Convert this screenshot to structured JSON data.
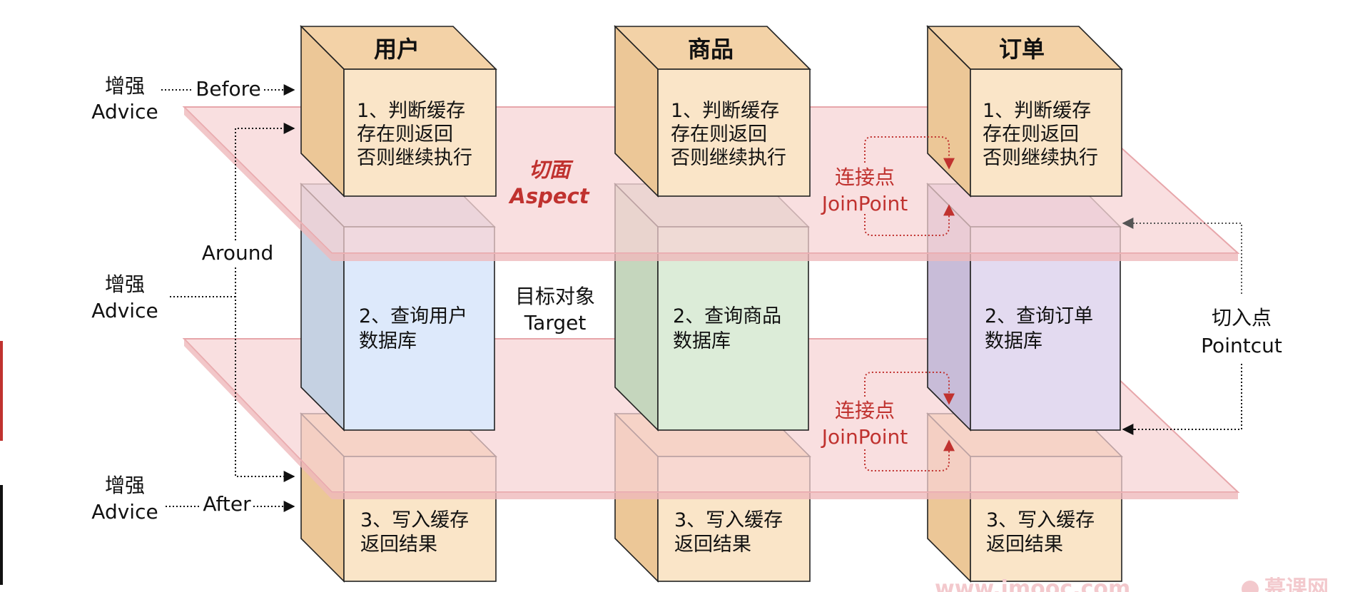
{
  "columns": [
    {
      "title": "用户",
      "step1": [
        "1、判断缓存",
        "存在则返回",
        "否则继续执行"
      ],
      "step2": [
        "2、查询用户",
        "数据库"
      ],
      "step3": [
        "3、写入缓存",
        "返回结果"
      ],
      "color": "#dde9fb"
    },
    {
      "title": "商品",
      "step1": [
        "1、判断缓存",
        "存在则返回",
        "否则继续执行"
      ],
      "step2": [
        "2、查询商品",
        "数据库"
      ],
      "step3": [
        "3、写入缓存",
        "返回结果"
      ],
      "color": "#dcecd8"
    },
    {
      "title": "订单",
      "step1": [
        "1、判断缓存",
        "存在则返回",
        "否则继续执行"
      ],
      "step2": [
        "2、查询订单",
        "数据库"
      ],
      "step3": [
        "3、写入缓存",
        "返回结果"
      ],
      "color": "#e3daf0"
    }
  ],
  "advice": {
    "top": [
      "增强",
      "Advice"
    ],
    "middle": [
      "增强",
      "Advice"
    ],
    "bottom": [
      "增强",
      "Advice"
    ],
    "before": "Before",
    "around": "Around",
    "after": "After"
  },
  "aspect": [
    "切面",
    "Aspect"
  ],
  "target": [
    "目标对象",
    "Target"
  ],
  "joinpoint_top": [
    "连接点",
    "JoinPoint"
  ],
  "joinpoint_bottom": [
    "连接点",
    "JoinPoint"
  ],
  "pointcut": [
    "切入点",
    "Pointcut"
  ],
  "watermark": [
    "www.imooc.com",
    "慕课网"
  ],
  "colors": {
    "box_fill": "#fae5c8",
    "box_side": "#f3d2a7",
    "plane": "#f7d3d4",
    "plane_edge": "#e7a6aa",
    "accent_red": "#c0322f"
  }
}
